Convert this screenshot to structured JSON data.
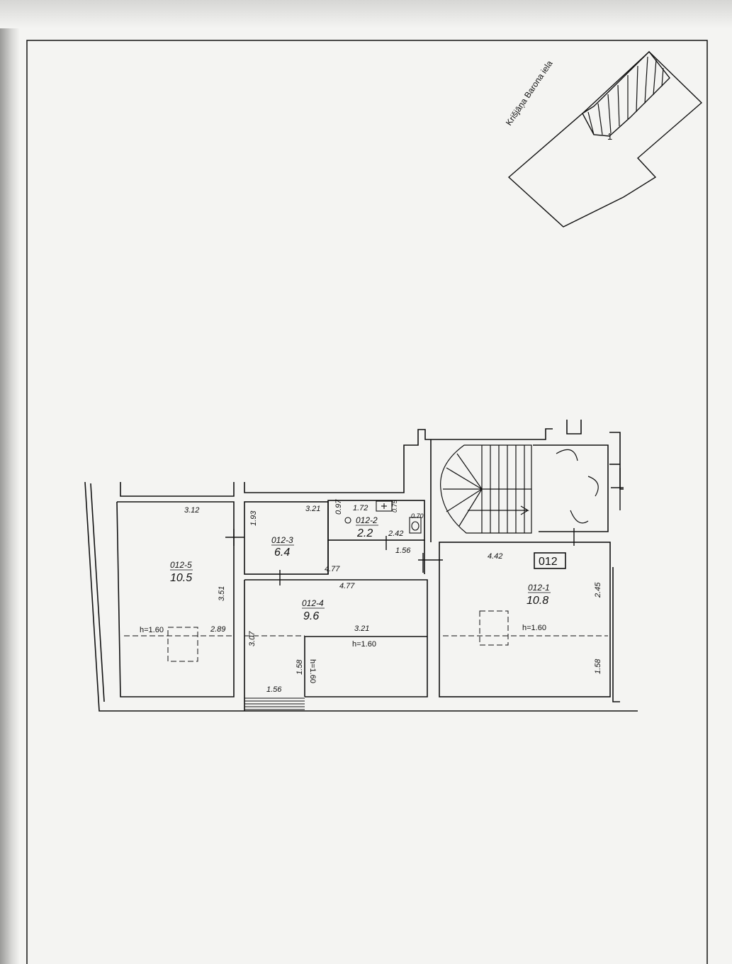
{
  "site_plan": {
    "street_name": "Krišjāņa Barona iela",
    "building_marker": "1"
  },
  "unit": {
    "id": "012"
  },
  "rooms": [
    {
      "id": "012-1",
      "area": "10.8"
    },
    {
      "id": "012-2",
      "area": "2.2"
    },
    {
      "id": "012-3",
      "area": "6.4"
    },
    {
      "id": "012-4",
      "area": "9.6"
    },
    {
      "id": "012-5",
      "area": "10.5"
    }
  ],
  "dimensions": {
    "r5_width": "3.12",
    "r5_depth": "3.51",
    "r5_inner": "2.89",
    "r3_height": "1.93",
    "r3_width": "3.21",
    "r3_bottom": "4.77",
    "r2_side": "0.97",
    "r2_width": "1.72",
    "r2_small": "0.75",
    "r2_wc": "0.70",
    "r2_depth": "2.42",
    "corridor": "1.56",
    "r4_top": "4.77",
    "r4_height": "3.07",
    "r4_inner": "3.21",
    "r4_step_h": "1.58",
    "r4_bottom": "1.56",
    "r1_top": "4.42",
    "r1_side": "2.45",
    "r1_lower": "1.58"
  },
  "heights": {
    "r5": "h=1.60",
    "r4": "h=1.60",
    "r4_vertical": "h=1.60",
    "r1": "h=1.60"
  }
}
